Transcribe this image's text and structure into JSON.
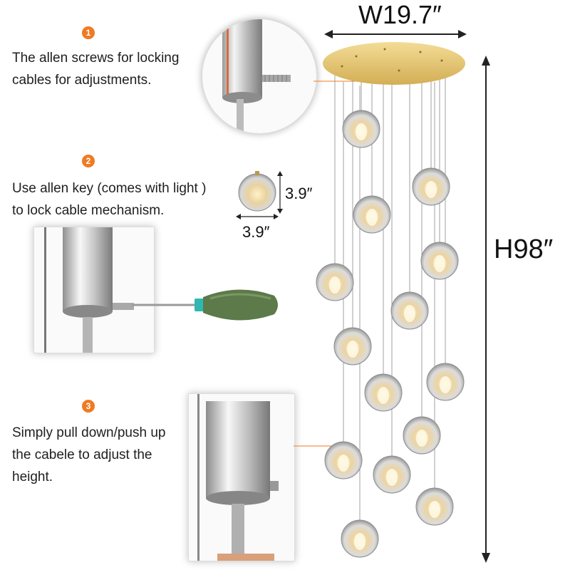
{
  "steps": [
    {
      "badge": "1",
      "lines": [
        "The allen screws for locking",
        "cables for adjustments."
      ]
    },
    {
      "badge": "2",
      "lines": [
        "Use allen key (comes with light )",
        "to lock cable mechanism."
      ]
    },
    {
      "badge": "3",
      "lines": [
        "Simply pull down/push up",
        "the cabele to adjust the",
        "height."
      ]
    }
  ],
  "dimensions": {
    "width": "W19.7″",
    "height": "H98″",
    "globe_height": "3.9″",
    "globe_width": "3.9″"
  },
  "colors": {
    "accent_orange": "#f07a22",
    "canopy_gold": "#e4c46c",
    "screwdriver_handle": "#5c7a4a",
    "screwdriver_ring": "#2fb8b0"
  },
  "icons": {
    "detail_1": "allen-screw-closeup",
    "detail_2": "screwdriver-closeup",
    "detail_3": "cable-adjust-closeup",
    "product": "crystal-globe-pendant-chandelier"
  }
}
